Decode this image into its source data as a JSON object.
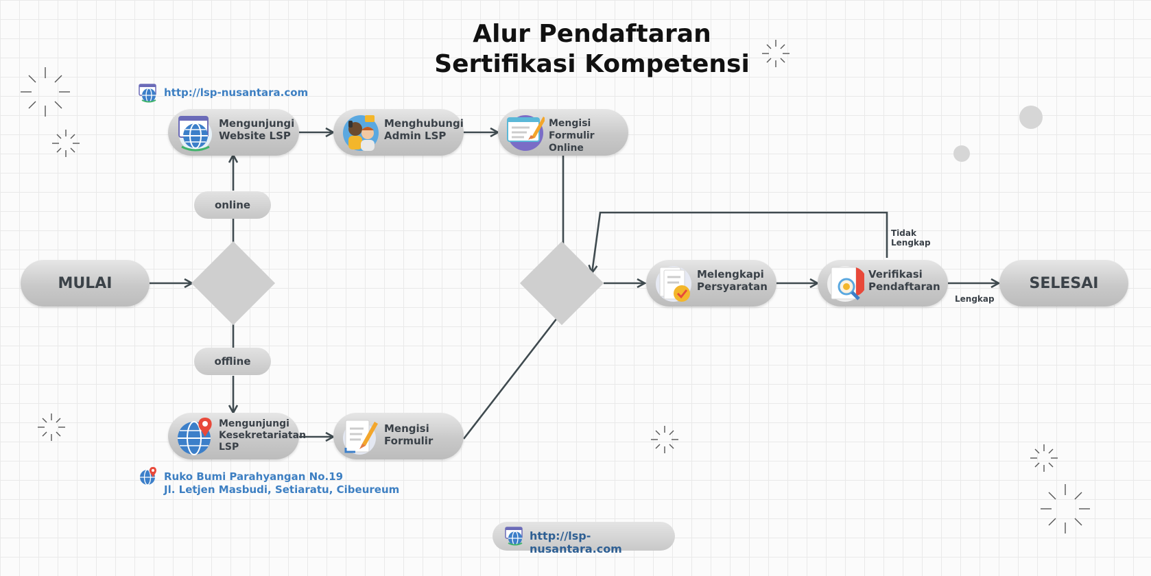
{
  "title": {
    "line1": "Alur Pendaftaran",
    "line2": "Sertifikasi Kompetensi"
  },
  "terminals": {
    "start": "MULAI",
    "end": "SELESAI"
  },
  "steps": {
    "website": {
      "label": "Mengunjungi\nWebsite LSP",
      "icon": "globe-browser-icon"
    },
    "admin": {
      "label": "Menghubungi\nAdmin LSP",
      "icon": "support-people-icon"
    },
    "form_online": {
      "label": "Mengisi\nFormulir Online",
      "icon": "online-form-icon"
    },
    "office": {
      "label": "Mengunjungi\nKesekretariatan\nLSP",
      "icon": "map-pin-globe-icon"
    },
    "form_offline": {
      "label": "Mengisi\nFormulir",
      "icon": "paper-form-pencil-icon"
    },
    "requirements": {
      "label": "Melengkapi\nPersyaratan",
      "icon": "document-check-icon"
    },
    "verification": {
      "label": "Verifikasi\nPendaftaran",
      "icon": "magnifier-document-icon"
    }
  },
  "branches": {
    "online": "online",
    "offline": "offline"
  },
  "edge_labels": {
    "incomplete": "Tidak\nLengkap",
    "complete": "Lengkap"
  },
  "links": {
    "website_url": "http://lsp-nusantara.com",
    "address": "Ruko Bumi Parahyangan No.19\nJl. Letjen Masbudi, Setiaratu, Cibeureum",
    "footer_url": "http://lsp-nusantara.com"
  },
  "colors": {
    "pill": "#c9c9c9",
    "diamond": "#cfcfcf",
    "connector": "#3f4a4f",
    "link_text": "#3d7fc2",
    "footer_text": "#2e5f93"
  }
}
